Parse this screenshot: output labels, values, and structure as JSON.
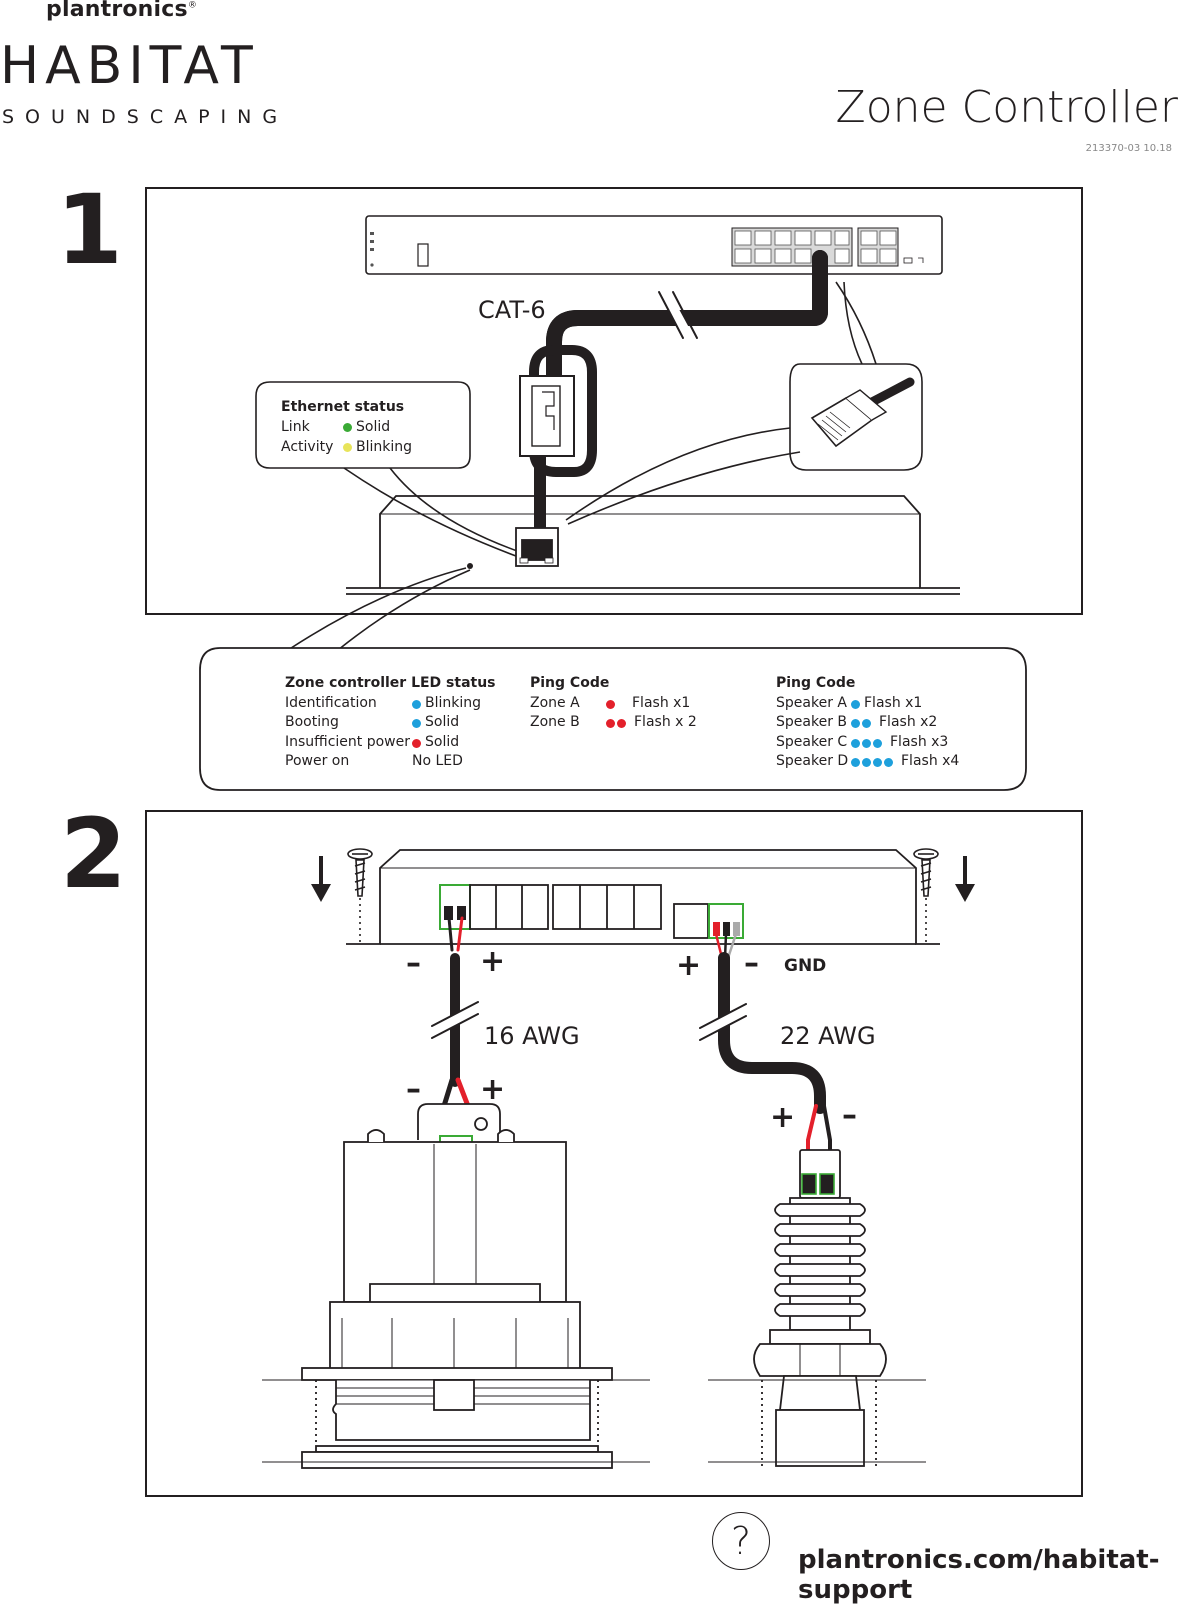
{
  "header": {
    "brand": "plantronics",
    "brand_mark": "®",
    "logo_text": "HABITAT",
    "logo_subtitle": "SOUNDSCAPING",
    "title": "Zone Controller",
    "doc_number": "213370-03 10.18"
  },
  "step1": {
    "number": "1",
    "cable_label": "CAT-6",
    "ethernet_status": {
      "heading": "Ethernet status",
      "rows": [
        {
          "label": "Link",
          "value": "Solid",
          "dot_color": "#3aaa35"
        },
        {
          "label": "Activity",
          "value": "Blinking",
          "dot_color": "#e8e45a"
        }
      ]
    }
  },
  "led_panel": {
    "controller": {
      "heading": "Zone controller LED status",
      "rows": [
        {
          "label": "Identification",
          "value": "Blinking",
          "dot_color": "#1ea0dc"
        },
        {
          "label": "Booting",
          "value": "Solid",
          "dot_color": "#1ea0dc"
        },
        {
          "label": "Insufficient power",
          "value": "Solid",
          "dot_color": "#e3202b"
        },
        {
          "label": "Power on",
          "value": "No LED"
        }
      ]
    },
    "zone_ping": {
      "heading": "Ping Code",
      "rows": [
        {
          "label": "Zone A",
          "value": "Flash x1",
          "dots": 1,
          "dot_color": "#e3202b"
        },
        {
          "label": "Zone B",
          "value": "Flash x 2",
          "dots": 2,
          "dot_color": "#e3202b"
        }
      ]
    },
    "speaker_ping": {
      "heading": "Ping Code",
      "rows": [
        {
          "label": "Speaker A",
          "value": "Flash x1",
          "dots": 1,
          "dot_color": "#1ea0dc"
        },
        {
          "label": "Speaker B",
          "value": "Flash x2",
          "dots": 2,
          "dot_color": "#1ea0dc"
        },
        {
          "label": "Speaker C",
          "value": "Flash x3",
          "dots": 3,
          "dot_color": "#1ea0dc"
        },
        {
          "label": "Speaker D",
          "value": "Flash x4",
          "dots": 4,
          "dot_color": "#1ea0dc"
        }
      ]
    }
  },
  "step2": {
    "number": "2",
    "left_wire": {
      "gauge": "16 AWG",
      "minus": "–",
      "plus": "+"
    },
    "right_wire": {
      "gauge": "22 AWG",
      "minus": "–",
      "plus": "+",
      "ground": "GND"
    }
  },
  "footer": {
    "url": "plantronics.com/habitat-support",
    "help_icon_glyph": "?"
  },
  "colors": {
    "wire_red": "#e3202b",
    "terminal_green": "#3aaa35",
    "ink": "#231f20"
  }
}
